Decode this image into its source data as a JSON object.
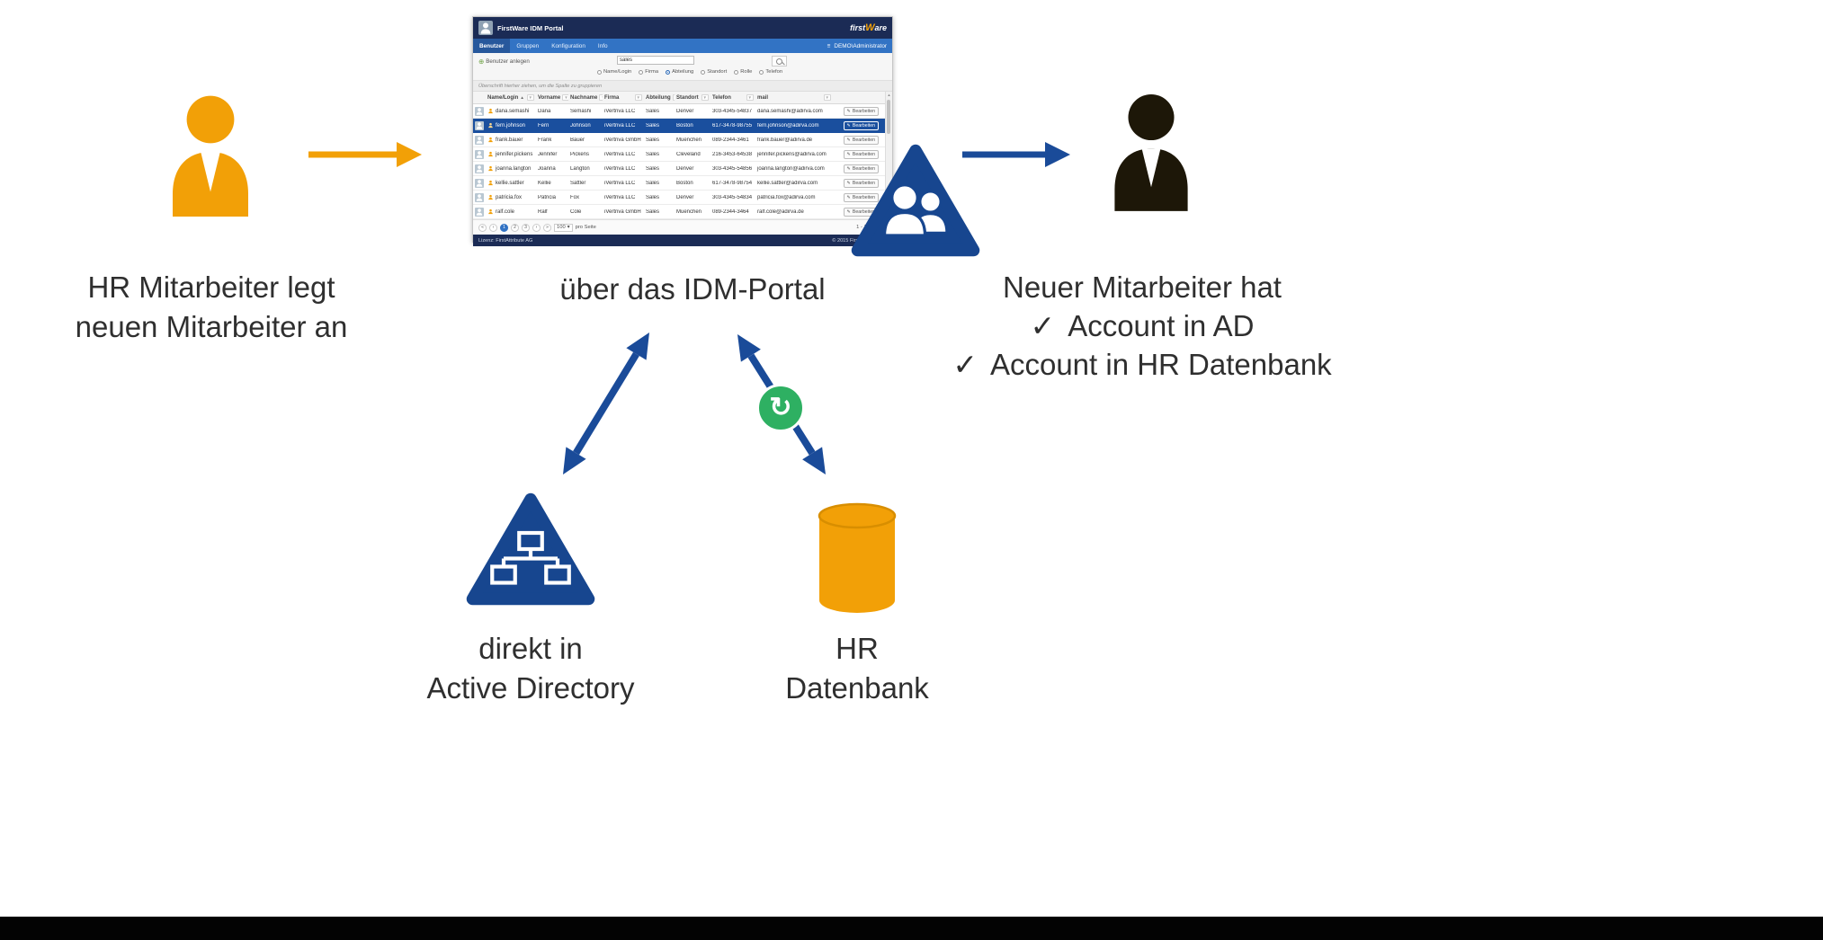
{
  "icons": {
    "create": "⊕",
    "menu_burger": "≡",
    "check": "✓",
    "sync": "↻",
    "caret": "▾",
    "sort_asc": "▲",
    "filter": "▼",
    "pencil": "✎",
    "scroll_up": "▲",
    "scroll_down": "▼",
    "pager_first": "«",
    "pager_prev": "‹",
    "pager_next": "›",
    "pager_last": "»"
  },
  "colors": {
    "orange": "#F2A007",
    "blue": "#1A4B99",
    "dark_person": "#1D1708",
    "green": "#2EB062",
    "navy_header": "#1B2B55",
    "menu_blue": "#3273C4",
    "selected_row": "#1A4F9E"
  },
  "diagram": {
    "left_label": {
      "line1": "HR Mitarbeiter legt",
      "line2": "neuen Mitarbeiter an"
    },
    "center_label": "über das IDM-Portal",
    "right_block": {
      "title": "Neuer Mitarbeiter hat",
      "items": [
        {
          "check": "✓",
          "label": "Account in AD"
        },
        {
          "check": "✓",
          "label": "Account in HR Datenbank"
        }
      ]
    },
    "ad_label": {
      "line1": "direkt in",
      "line2": "Active Directory"
    },
    "db_label": {
      "line1": "HR",
      "line2": "Datenbank"
    }
  },
  "portal": {
    "header": {
      "title": "FirstWare IDM Portal",
      "logo_prefix": "first",
      "logo_accent": "W",
      "logo_suffix": "are"
    },
    "menu": {
      "items": [
        "Benutzer",
        "Gruppen",
        "Konfiguration",
        "Info"
      ],
      "user": "DEMO\\Administrator"
    },
    "toolbar": {
      "create_label": "Benutzer anlegen",
      "search_value": "sales",
      "filters": [
        {
          "label": "Name/Login",
          "selected": false
        },
        {
          "label": "Firma",
          "selected": false
        },
        {
          "label": "Abteilung",
          "selected": true
        },
        {
          "label": "Standort",
          "selected": false
        },
        {
          "label": "Rolle",
          "selected": false
        },
        {
          "label": "Telefon",
          "selected": false
        }
      ]
    },
    "group_hint": "Überschrift hierher ziehen, um die Spalte zu gruppieren",
    "table": {
      "headers": [
        "Name/Login",
        "Vorname",
        "Nachname",
        "Firma",
        "Abteilung",
        "Standort",
        "Telefon",
        "mail"
      ],
      "edit_label": "Bearbeiten",
      "rows": [
        {
          "login": "dana.semashi",
          "vorname": "Dana",
          "nachname": "Semashi",
          "firma": "iVertriva LLC",
          "abteilung": "Sales",
          "standort": "Denver",
          "telefon": "303-4345-54837",
          "mail": "dana.semashi@adirva.com",
          "selected": false
        },
        {
          "login": "fern.johnson",
          "vorname": "Fern",
          "nachname": "Johnson",
          "firma": "iVertriva LLC",
          "abteilung": "Sales",
          "standort": "Boston",
          "telefon": "617-3478-98755",
          "mail": "fern.johnson@adirva.com",
          "selected": true
        },
        {
          "login": "frank.bauer",
          "vorname": "Frank",
          "nachname": "Bauer",
          "firma": "iVertriva GmbH",
          "abteilung": "Sales",
          "standort": "Muenchen",
          "telefon": "089-2344-3461",
          "mail": "frank.bauer@adirva.de",
          "selected": false
        },
        {
          "login": "jennifer.pickens",
          "vorname": "Jennifer",
          "nachname": "Pickens",
          "firma": "iVertriva LLC",
          "abteilung": "Sales",
          "standort": "Cleveland",
          "telefon": "216-3453-64538",
          "mail": "jennifer.pickens@adirva.com",
          "selected": false
        },
        {
          "login": "joanna.langton",
          "vorname": "Joanna",
          "nachname": "Langton",
          "firma": "iVertriva LLC",
          "abteilung": "Sales",
          "standort": "Denver",
          "telefon": "303-4345-54856",
          "mail": "joanna.langton@adirva.com",
          "selected": false
        },
        {
          "login": "kellie.sattler",
          "vorname": "Kellie",
          "nachname": "Sattler",
          "firma": "iVertriva LLC",
          "abteilung": "Sales",
          "standort": "Boston",
          "telefon": "617-3478-98754",
          "mail": "kellie.sattler@adirva.com",
          "selected": false
        },
        {
          "login": "patricia.fox",
          "vorname": "Patricia",
          "nachname": "Fox",
          "firma": "iVertriva LLC",
          "abteilung": "Sales",
          "standort": "Denver",
          "telefon": "303-4345-54834",
          "mail": "patricia.fox@adirva.com",
          "selected": false
        },
        {
          "login": "ralf.cole",
          "vorname": "Ralf",
          "nachname": "Cole",
          "firma": "iVertriva GmbH",
          "abteilung": "Sales",
          "standort": "Muenchen",
          "telefon": "089-2344-3464",
          "mail": "ralf.cole@adirva.de",
          "selected": false
        }
      ]
    },
    "pagination": {
      "pages": [
        "1",
        "2",
        "3"
      ],
      "page_size": "100",
      "per_page_label": "pro Seite",
      "range_label": "1 - 10 von 14"
    },
    "footer": {
      "license": "Lizenz: FirstAttribute AG",
      "copyright": "© 2015 FirstAttribute AG"
    }
  }
}
